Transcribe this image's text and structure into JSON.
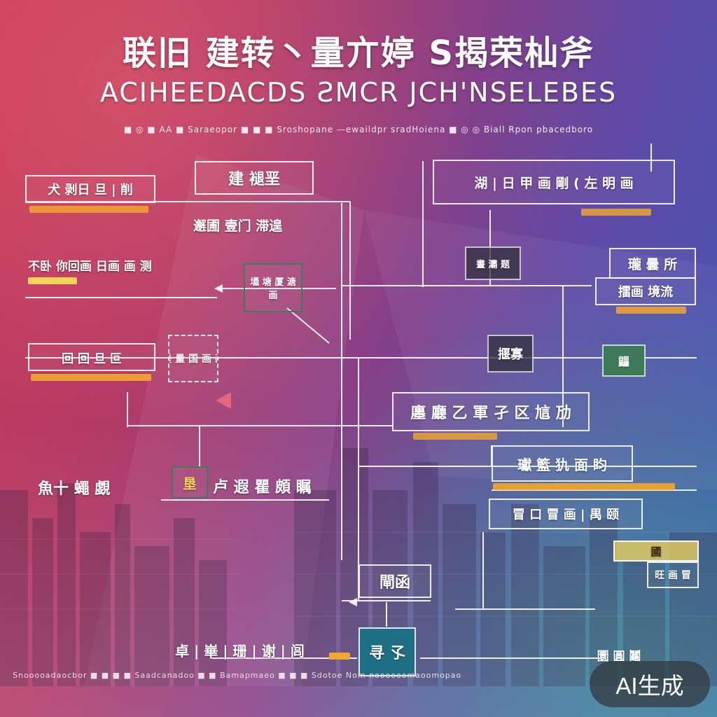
{
  "header": {
    "title_zh": "联旧 建转丶量亣婷 S揭荣杣斧",
    "title_en": "ACIHEEDACDS  ƧMCR JCH'NSELEBES",
    "subtitle": "■ ◎ ■ AA ■ Saraeopor ■ ■ ■ Sroshopane  —ewaildpr sradHoiena ■ ◎ ◎ Biall Rpon pbacedboro"
  },
  "nodes": {
    "n_left_1": "犬 剥日 旦 | 削",
    "n_left_2": "不卧 你回画 日画 画 测",
    "n_left_3": "回 回 旦 叵",
    "n_left_4": "堡 量 国 画 画",
    "n_left_5": "魚十 蠅 覷",
    "n_top_center": "建  褪垩",
    "n_center_sub": "邂圃 壹门 滞遑",
    "n_center_small": "壒 塘 厦 溏 画",
    "n_top_right": "湖 | 日 甲 画  剛 ( 左 明 画",
    "n_gray": "畫 灞 题",
    "n_right_1": "瓏 曇 所",
    "n_right_2": "擂画 境流",
    "n_center_mid": "揠寡",
    "n_green_small": "鼺",
    "n_center_big": "廛 廳  乙 軍 孑 区 訄 劢",
    "n_center_left": "垦",
    "n_left_mid2": "卢  遐 瞿 頗 瞩",
    "n_right_mid": "瓛  籃 犰 面 盷",
    "n_right_low": "冒 口 冒 画 | 禺 颐",
    "n_right_low2": "國",
    "n_right_low3": "旺 画 冒",
    "n_bottom_center": "閘函",
    "n_bottom_teal": "寻 孓",
    "n_bottom_left": "卓 | 崋 | 珊 | 谢 | 闾",
    "n_bottom_right": "圜 圓 鬮"
  },
  "footer": {
    "text": "Snooooadaocbor  ■ ■ ■ ■  Saadcanadoo  ■ ■  Bamapmaeo  ■ ■ ■  Sdotoe  Nom noooooomaoomopao"
  },
  "badge": {
    "label": "AI生成"
  },
  "colors": {
    "bg_left": "#c73a5a",
    "bg_right": "#3e55b4",
    "accent_orange": "#f2a72e",
    "accent_yellow": "#f3d35a",
    "box_green": "#3f7a5a",
    "box_teal": "#1e6f83",
    "line": "#ffffff"
  }
}
